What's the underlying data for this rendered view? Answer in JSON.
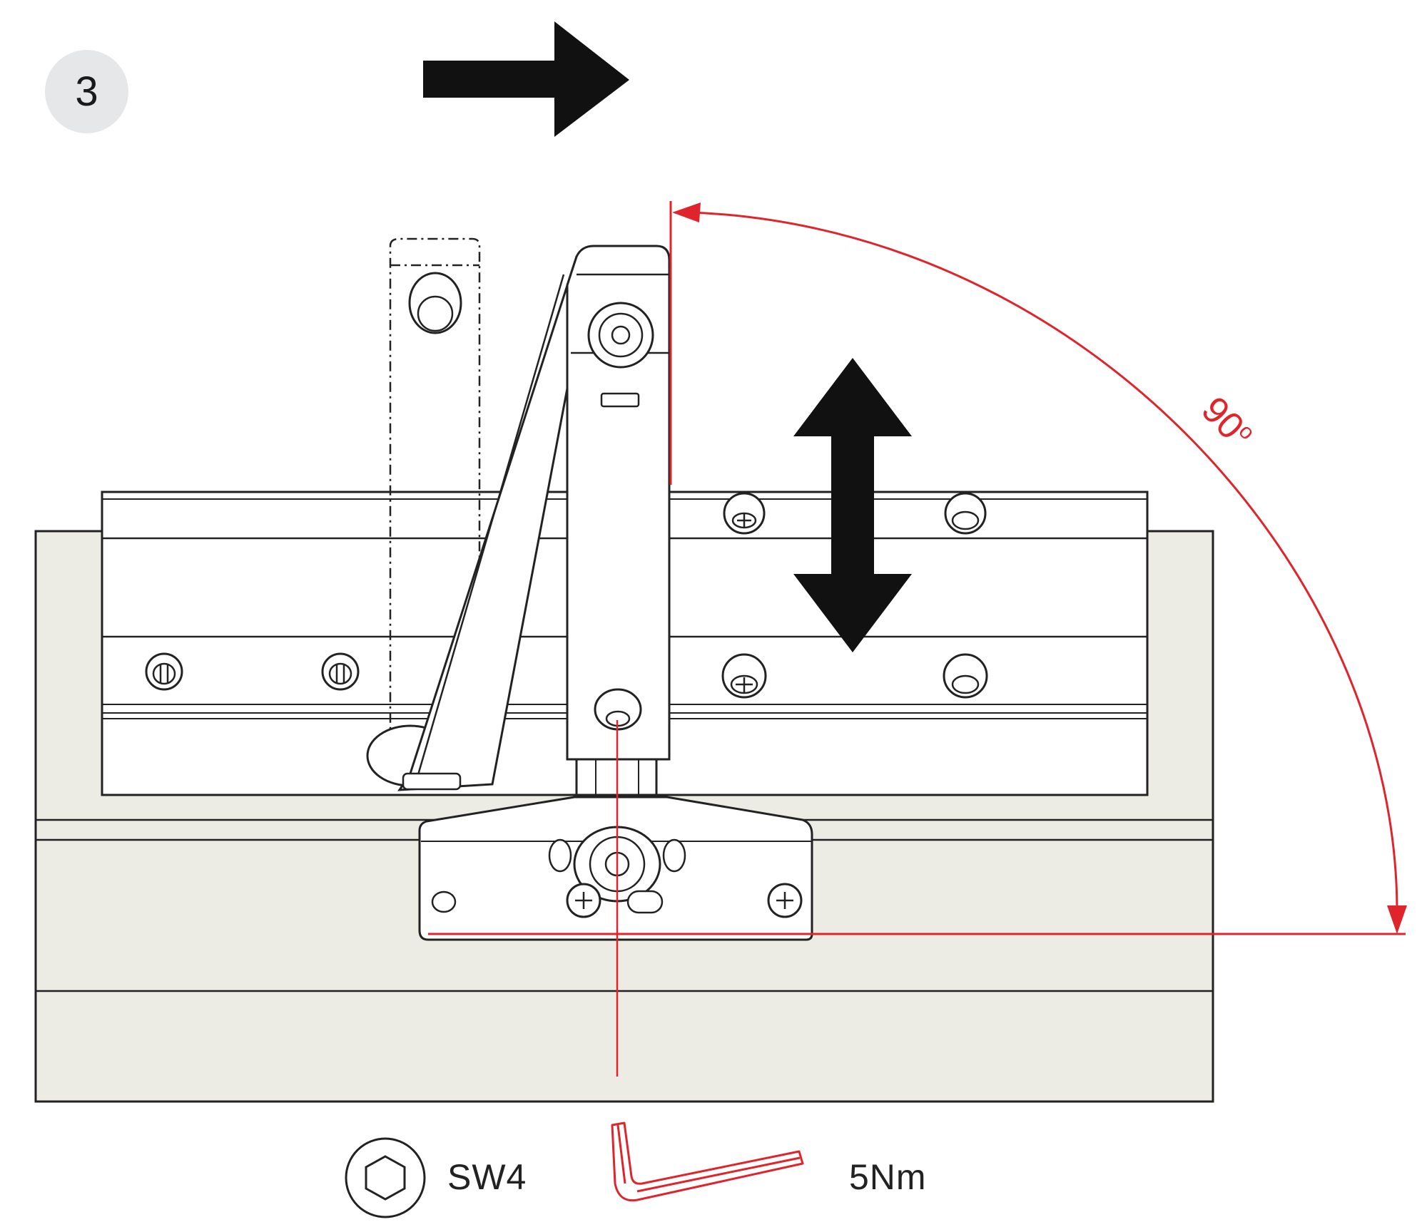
{
  "step": {
    "number": "3"
  },
  "angle": {
    "value": "90",
    "unit": "o"
  },
  "tool": {
    "key_size": "SW4",
    "torque": "5Nm"
  },
  "colors": {
    "accent": "#e0242b",
    "ink": "#111111",
    "door": "#ecebe4",
    "badge": "#e6e7e9"
  },
  "icons": [
    "right-arrow-icon",
    "up-down-arrow-icon",
    "hex-socket-icon",
    "allen-key-icon",
    "screw-icon"
  ]
}
